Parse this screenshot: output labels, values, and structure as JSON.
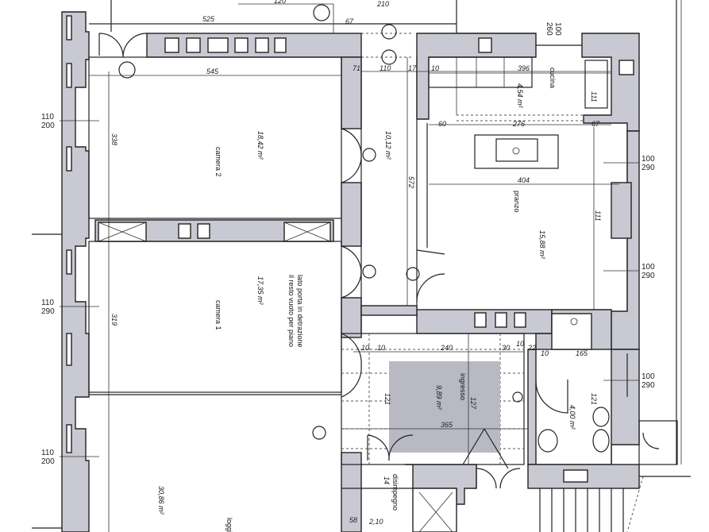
{
  "rooms": {
    "camera2": {
      "name": "camera 2",
      "area": "18,42 m²"
    },
    "corridoio": {
      "area": "10,12 m²"
    },
    "cucina": {
      "name": "cucina",
      "area": "4,54 m²"
    },
    "pranzo": {
      "name": "pranzo",
      "area": "15,88 m²"
    },
    "camera1": {
      "name": "camera 1",
      "area": "17,35 m²"
    },
    "soggiorno": {
      "name": "loggia",
      "area": "30,86 m²"
    },
    "ingresso": {
      "name": "ingresso",
      "area": "9,89 m²"
    },
    "bagno": {
      "area": "4,00 m²"
    },
    "disimpegno": {
      "name": "disimpegno"
    }
  },
  "note": {
    "line1": "lato porta in detrazione",
    "line2": "il resto vuoto per piano"
  },
  "windows": {
    "w1": {
      "width": "110",
      "height": "200"
    },
    "w2": {
      "width": "110",
      "height": "290"
    },
    "w3": {
      "width": "110",
      "height": "200"
    },
    "w4": {
      "width": "100",
      "height": "290"
    },
    "w5": {
      "width": "100",
      "height": "290"
    },
    "w6": {
      "width": "100",
      "height": "290"
    },
    "w7": {
      "width": "100",
      "height": "260"
    }
  },
  "dimensions": [
    "525",
    "545",
    "338",
    "210",
    "120",
    "67",
    "71",
    "110",
    "17",
    "10",
    "396",
    "276",
    "60",
    "67",
    "404",
    "572",
    "111",
    "319",
    "10",
    "10",
    "240",
    "30",
    "10",
    "22",
    "10",
    "165",
    "121",
    "365",
    "127",
    "121",
    "58",
    "2,10",
    "111",
    "14"
  ]
}
